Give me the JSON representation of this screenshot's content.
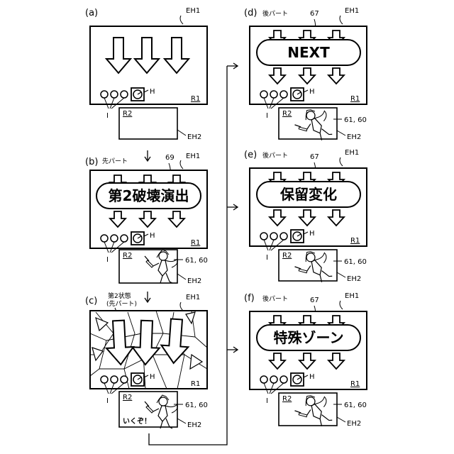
{
  "panels": {
    "a": {
      "letter": "(a)",
      "eh1": "EH1",
      "r1": "R1",
      "r2": "R2",
      "eh2": "EH2",
      "h": "H",
      "i": "I"
    },
    "b": {
      "letter": "(b)",
      "part": "先パート",
      "ref": "69",
      "banner": "第2破壊演出",
      "eh1": "EH1",
      "r1": "R1",
      "r2": "R2",
      "eh2": "EH2",
      "h": "H",
      "i": "I",
      "char_ref": "61, 60"
    },
    "c": {
      "letter": "(c)",
      "part_line1": "第2状態",
      "part_line2": "(先パート)",
      "eh1": "EH1",
      "r1": "R1",
      "r2": "R2",
      "eh2": "EH2",
      "h": "H",
      "i": "I",
      "char_ref": "61, 60",
      "speech": "いくぞ！"
    },
    "d": {
      "letter": "(d)",
      "part": "後パート",
      "ref": "67",
      "banner": "NEXT",
      "eh1": "EH1",
      "r1": "R1",
      "r2": "R2",
      "eh2": "EH2",
      "h": "H",
      "i": "I",
      "char_ref": "61, 60"
    },
    "e": {
      "letter": "(e)",
      "part": "後パート",
      "ref": "67",
      "banner": "保留変化",
      "eh1": "EH1",
      "r1": "R1",
      "r2": "R2",
      "eh2": "EH2",
      "h": "H",
      "i": "I",
      "char_ref": "61, 60"
    },
    "f": {
      "letter": "(f)",
      "part": "後パート",
      "ref": "67",
      "banner": "特殊ゾーン",
      "eh1": "EH1",
      "r1": "R1",
      "r2": "R2",
      "eh2": "EH2",
      "h": "H",
      "i": "I",
      "char_ref": "61, 60"
    }
  }
}
